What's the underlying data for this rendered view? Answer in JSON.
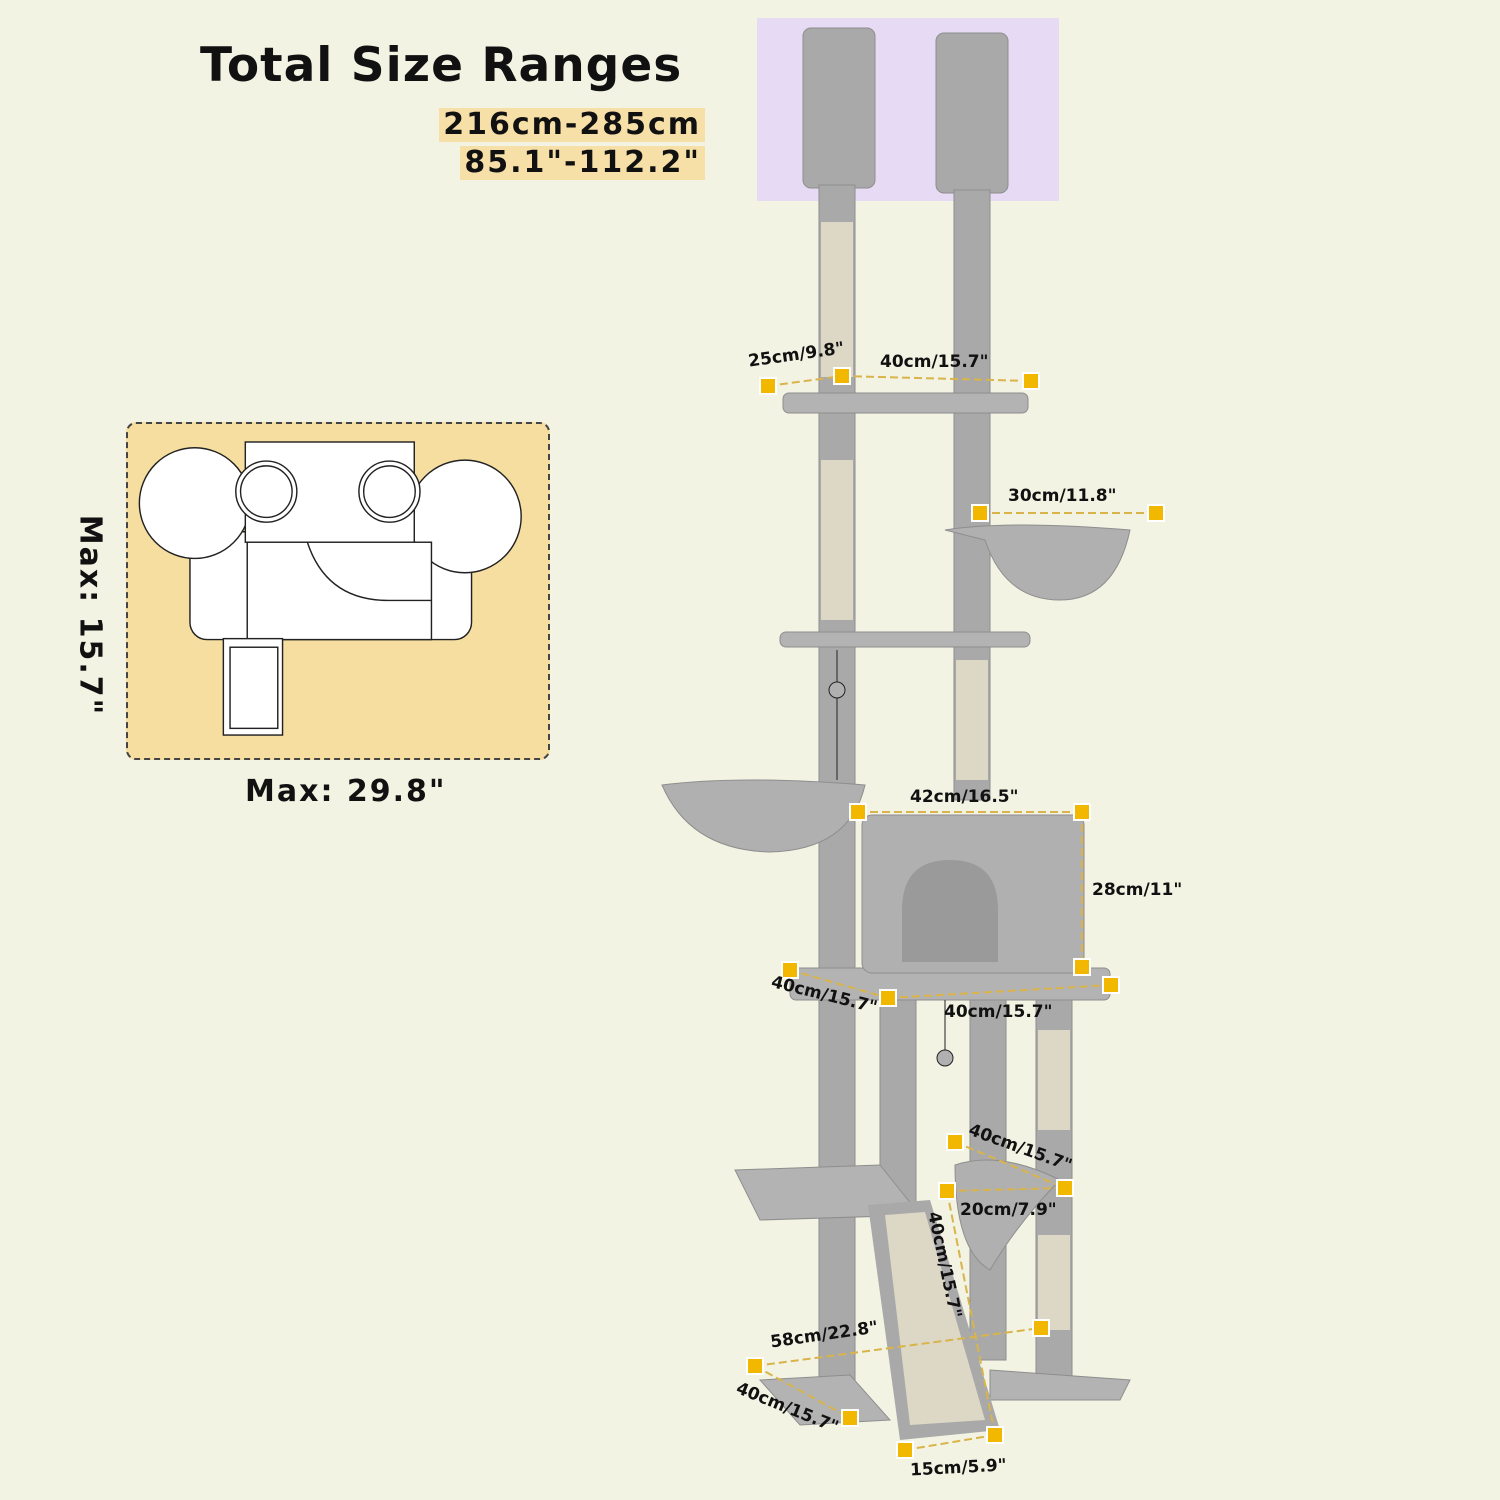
{
  "header": {
    "title": "Total Size Ranges",
    "range_cm": "216cm-285cm",
    "range_in": "85.1\"-112.2\""
  },
  "footprint": {
    "max_depth": "Max: 15.7\"",
    "max_width": "Max: 29.8\""
  },
  "dimensions": {
    "top_perch_depth": "25cm/9.8\"",
    "top_perch_width": "40cm/15.7\"",
    "upper_basket": "30cm/11.8\"",
    "condo_width": "42cm/16.5\"",
    "condo_height": "28cm/11\"",
    "condo_base_depth": "40cm/15.7\"",
    "condo_base_width": "40cm/15.7\"",
    "hammock_width": "40cm/15.7\"",
    "hammock_depth": "20cm/7.9\"",
    "ramp_length": "40cm/15.7\"",
    "base_width": "58cm/22.8\"",
    "base_depth": "40cm/15.7\"",
    "ramp_width": "15cm/5.9\""
  },
  "colors": {
    "background": "#f3f3e3",
    "highlight": "#f7dfa8",
    "marker": "#f2b800",
    "tree": "#a9a9a9"
  }
}
